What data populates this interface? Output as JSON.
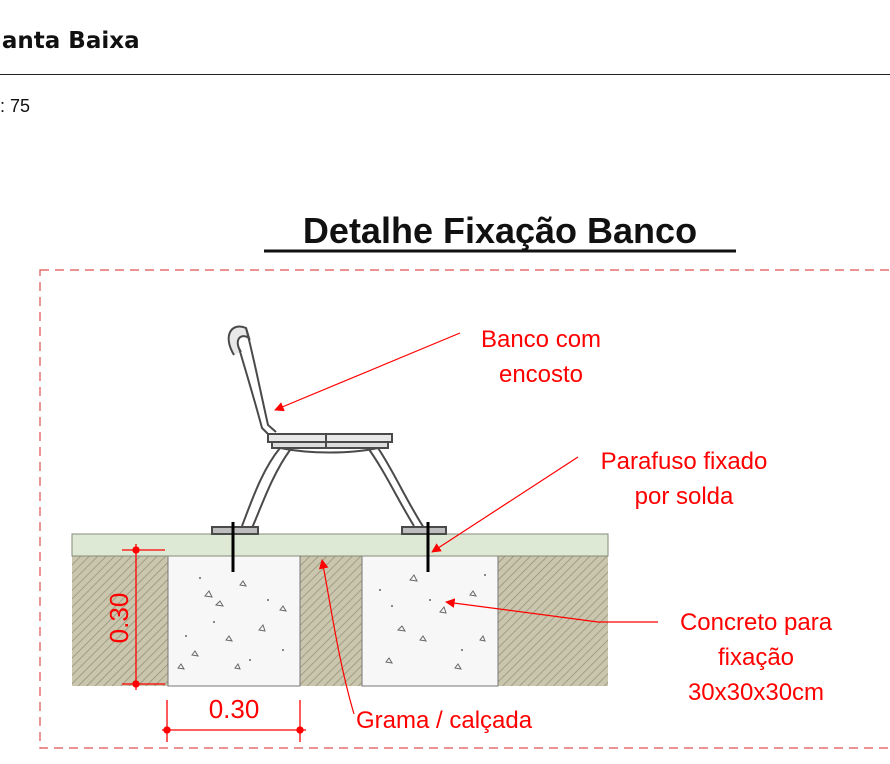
{
  "header": {
    "title": "lanta Baixa",
    "scale": ": 75"
  },
  "detail": {
    "title": "Detalhe Fixação Banco"
  },
  "labels": {
    "bench_line1": "Banco com",
    "bench_line2": "encosto",
    "screw_line1": "Parafuso fixado",
    "screw_line2": "por solda",
    "concrete_line1": "Concreto para",
    "concrete_line2": "fixação",
    "concrete_line3": "30x30x30cm",
    "grass": "Grama / calçada"
  },
  "dimensions": {
    "height": "0.30",
    "width": "0.30"
  },
  "colors": {
    "annotation": "#ff0000",
    "grass": "#d9ead3",
    "soil": "#b8b59a",
    "concrete": "#f5f5f5",
    "bench": "#444444"
  }
}
